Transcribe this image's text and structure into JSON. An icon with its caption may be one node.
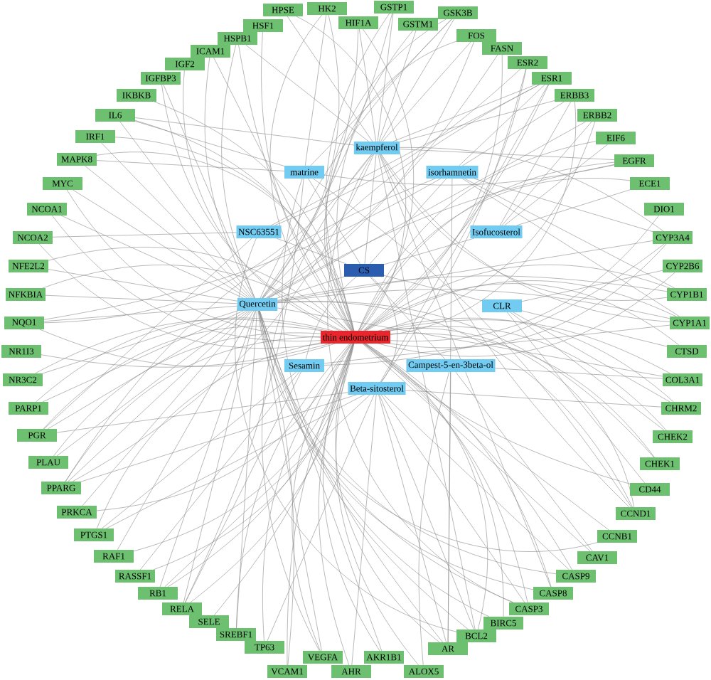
{
  "diagram": {
    "nodes": [
      {
        "text": [
          "HPSE"
        ]
      },
      {
        "text": [
          "HK2"
        ]
      },
      {
        "text": [
          "HIF1A"
        ]
      },
      {
        "text": [
          "GSTP1"
        ]
      },
      {
        "text": [
          "GSTM1"
        ]
      },
      {
        "text": [
          "GSK3B"
        ]
      },
      {
        "text": [
          "FOS"
        ]
      },
      {
        "text": [
          "FASN"
        ]
      },
      {
        "text": [
          "ESR2"
        ]
      },
      {
        "text": [
          "ESR1"
        ]
      },
      {
        "text": [
          "ERBB3"
        ]
      },
      {
        "text": [
          "ERBB2"
        ]
      },
      {
        "text": [
          "EIF6"
        ]
      },
      {
        "text": [
          "EGFR"
        ]
      },
      {
        "text": [
          "ECE1"
        ]
      },
      {
        "text": [
          "DIO1"
        ]
      },
      {
        "text": [
          "CYP3A4"
        ]
      },
      {
        "text": [
          "CYP2B6"
        ]
      },
      {
        "text": [
          "CYP1B1"
        ]
      },
      {
        "text": [
          "CYP1A1"
        ]
      },
      {
        "text": [
          "CTSD"
        ]
      },
      {
        "text": [
          "COL3A1"
        ]
      },
      {
        "text": [
          "CHRM2"
        ]
      },
      {
        "text": [
          "CHEK2"
        ]
      },
      {
        "text": [
          "CHEK1"
        ]
      },
      {
        "text": [
          "CD44"
        ]
      },
      {
        "text": [
          "CCND1"
        ]
      },
      {
        "text": [
          "CCNB1"
        ]
      },
      {
        "text": [
          "CAV1"
        ]
      },
      {
        "text": [
          "CASP9"
        ]
      },
      {
        "text": [
          "CASP8"
        ]
      },
      {
        "text": [
          "CASP3"
        ]
      },
      {
        "text": [
          "BIRC5"
        ]
      },
      {
        "text": [
          "BCL2"
        ]
      },
      {
        "text": [
          "AR"
        ]
      },
      {
        "text": [
          "ALOX5"
        ]
      },
      {
        "text": [
          "AKR1B1"
        ]
      },
      {
        "text": [
          "AHR"
        ]
      },
      {
        "text": [
          "VEGFA"
        ]
      },
      {
        "text": [
          "VCAM1"
        ]
      },
      {
        "text": [
          "TP63"
        ]
      },
      {
        "text": [
          "SREBF1"
        ]
      },
      {
        "text": [
          "SELE"
        ]
      },
      {
        "text": [
          "RELA"
        ]
      },
      {
        "text": [
          "RB1"
        ]
      },
      {
        "text": [
          "RASSF1"
        ]
      },
      {
        "text": [
          "RAF1"
        ]
      },
      {
        "text": [
          "PTGS1"
        ]
      },
      {
        "text": [
          "PRKCA"
        ]
      },
      {
        "text": [
          "PPARG"
        ]
      },
      {
        "text": [
          "PLAU"
        ]
      },
      {
        "text": [
          "PGR"
        ]
      },
      {
        "text": [
          "PARP1"
        ]
      },
      {
        "text": [
          "NR3C2"
        ]
      },
      {
        "text": [
          "NR1I3"
        ]
      },
      {
        "text": [
          "NQO1"
        ]
      },
      {
        "text": [
          "NFKBIA"
        ]
      },
      {
        "text": [
          "NFE2L2"
        ]
      },
      {
        "text": [
          "NCOA2"
        ]
      },
      {
        "text": [
          "NCOA1"
        ]
      },
      {
        "text": [
          "MYC"
        ]
      },
      {
        "text": [
          "MAPK8"
        ]
      },
      {
        "text": [
          "IRF1"
        ]
      },
      {
        "text": [
          "IL6"
        ]
      },
      {
        "text": [
          "IKBKB"
        ]
      },
      {
        "text": [
          "IGFBP3"
        ]
      },
      {
        "text": [
          "IGF2"
        ]
      },
      {
        "text": [
          "ICAM1"
        ]
      },
      {
        "text": [
          "HSPB1"
        ]
      },
      {
        "text": [
          "HSF1"
        ]
      },
      {
        "text": [
          "kaempferol"
        ]
      },
      {
        "text": [
          "matrine"
        ]
      },
      {
        "text": [
          "isorhamnetin"
        ]
      },
      {
        "text": [
          "NSC63551"
        ]
      },
      {
        "text": [
          "Isofucosterol"
        ]
      },
      {
        "text": [
          "CS"
        ]
      },
      {
        "text": [
          "Quercetin"
        ]
      },
      {
        "text": [
          "CLR"
        ]
      },
      {
        "text": [
          "thin endometrium"
        ]
      },
      {
        "text": [
          "Sesamin"
        ]
      },
      {
        "text": [
          "Campest-5-en-3beta-ol"
        ]
      },
      {
        "text": [
          "Beta-sitosterol"
        ]
      }
    ],
    "edges": [
      {
        "from": 75,
        "to": 70,
        "arrow": "none"
      },
      {
        "from": 75,
        "to": 71,
        "arrow": "none"
      },
      {
        "from": 75,
        "to": 72,
        "arrow": "none"
      },
      {
        "from": 75,
        "to": 73,
        "arrow": "none"
      },
      {
        "from": 75,
        "to": 74,
        "arrow": "none"
      },
      {
        "from": 75,
        "to": 76,
        "arrow": "none"
      },
      {
        "from": 75,
        "to": 77,
        "arrow": "none"
      },
      {
        "from": 75,
        "to": 79,
        "arrow": "none"
      },
      {
        "from": 75,
        "to": 80,
        "arrow": "none"
      },
      {
        "from": 75,
        "to": 81,
        "arrow": "none"
      },
      {
        "from": 76,
        "to": 1,
        "arrow": "none"
      },
      {
        "from": 76,
        "to": 2,
        "arrow": "none"
      },
      {
        "from": 76,
        "to": 3,
        "arrow": "none"
      },
      {
        "from": 76,
        "to": 5,
        "arrow": "none"
      },
      {
        "from": 76,
        "to": 6,
        "arrow": "none"
      },
      {
        "from": 76,
        "to": 7,
        "arrow": "none"
      },
      {
        "from": 76,
        "to": 9,
        "arrow": "none"
      },
      {
        "from": 76,
        "to": 11,
        "arrow": "none"
      },
      {
        "from": 76,
        "to": 13,
        "arrow": "none"
      },
      {
        "from": 76,
        "to": 16,
        "arrow": "none"
      },
      {
        "from": 76,
        "to": 18,
        "arrow": "none"
      },
      {
        "from": 76,
        "to": 19,
        "arrow": "none"
      },
      {
        "from": 76,
        "to": 21,
        "arrow": "none"
      },
      {
        "from": 76,
        "to": 24,
        "arrow": "none"
      },
      {
        "from": 76,
        "to": 26,
        "arrow": "none"
      },
      {
        "from": 76,
        "to": 27,
        "arrow": "none"
      },
      {
        "from": 76,
        "to": 29,
        "arrow": "none"
      },
      {
        "from": 76,
        "to": 30,
        "arrow": "none"
      },
      {
        "from": 76,
        "to": 31,
        "arrow": "none"
      },
      {
        "from": 76,
        "to": 33,
        "arrow": "none"
      },
      {
        "from": 76,
        "to": 34,
        "arrow": "none"
      },
      {
        "from": 76,
        "to": 36,
        "arrow": "none"
      },
      {
        "from": 76,
        "to": 38,
        "arrow": "none"
      },
      {
        "from": 76,
        "to": 39,
        "arrow": "none"
      },
      {
        "from": 76,
        "to": 41,
        "arrow": "none"
      },
      {
        "from": 76,
        "to": 43,
        "arrow": "none"
      },
      {
        "from": 76,
        "to": 44,
        "arrow": "none"
      },
      {
        "from": 76,
        "to": 46,
        "arrow": "none"
      },
      {
        "from": 76,
        "to": 48,
        "arrow": "none"
      },
      {
        "from": 76,
        "to": 49,
        "arrow": "none"
      },
      {
        "from": 76,
        "to": 50,
        "arrow": "none"
      },
      {
        "from": 76,
        "to": 51,
        "arrow": "none"
      },
      {
        "from": 76,
        "to": 52,
        "arrow": "none"
      },
      {
        "from": 76,
        "to": 53,
        "arrow": "none"
      },
      {
        "from": 76,
        "to": 55,
        "arrow": "none"
      },
      {
        "from": 76,
        "to": 56,
        "arrow": "none"
      },
      {
        "from": 76,
        "to": 57,
        "arrow": "none"
      },
      {
        "from": 76,
        "to": 59,
        "arrow": "none"
      },
      {
        "from": 76,
        "to": 60,
        "arrow": "none"
      },
      {
        "from": 76,
        "to": 61,
        "arrow": "none"
      },
      {
        "from": 76,
        "to": 62,
        "arrow": "none"
      },
      {
        "from": 76,
        "to": 63,
        "arrow": "none"
      },
      {
        "from": 76,
        "to": 65,
        "arrow": "none"
      },
      {
        "from": 76,
        "to": 67,
        "arrow": "none"
      },
      {
        "from": 76,
        "to": 68,
        "arrow": "none"
      },
      {
        "from": 70,
        "to": 0,
        "arrow": "none"
      },
      {
        "from": 70,
        "to": 2,
        "arrow": "none"
      },
      {
        "from": 70,
        "to": 3,
        "arrow": "none"
      },
      {
        "from": 70,
        "to": 4,
        "arrow": "none"
      },
      {
        "from": 70,
        "to": 5,
        "arrow": "none"
      },
      {
        "from": 70,
        "to": 6,
        "arrow": "none"
      },
      {
        "from": 70,
        "to": 9,
        "arrow": "none"
      },
      {
        "from": 70,
        "to": 10,
        "arrow": "none"
      },
      {
        "from": 70,
        "to": 13,
        "arrow": "none"
      },
      {
        "from": 70,
        "to": 16,
        "arrow": "none"
      },
      {
        "from": 70,
        "to": 18,
        "arrow": "none"
      },
      {
        "from": 70,
        "to": 19,
        "arrow": "none"
      },
      {
        "from": 70,
        "to": 26,
        "arrow": "none"
      },
      {
        "from": 70,
        "to": 30,
        "arrow": "none"
      },
      {
        "from": 70,
        "to": 31,
        "arrow": "none"
      },
      {
        "from": 70,
        "to": 33,
        "arrow": "none"
      },
      {
        "from": 70,
        "to": 38,
        "arrow": "none"
      },
      {
        "from": 70,
        "to": 49,
        "arrow": "none"
      },
      {
        "from": 70,
        "to": 55,
        "arrow": "none"
      },
      {
        "from": 70,
        "to": 63,
        "arrow": "none"
      },
      {
        "from": 70,
        "to": 68,
        "arrow": "none"
      },
      {
        "from": 71,
        "to": 1,
        "arrow": "none"
      },
      {
        "from": 71,
        "to": 5,
        "arrow": "none"
      },
      {
        "from": 71,
        "to": 13,
        "arrow": "none"
      },
      {
        "from": 71,
        "to": 26,
        "arrow": "none"
      },
      {
        "from": 71,
        "to": 32,
        "arrow": "none"
      },
      {
        "from": 71,
        "to": 43,
        "arrow": "none"
      },
      {
        "from": 71,
        "to": 61,
        "arrow": "none"
      },
      {
        "from": 71,
        "to": 63,
        "arrow": "none"
      },
      {
        "from": 72,
        "to": 9,
        "arrow": "none"
      },
      {
        "from": 72,
        "to": 10,
        "arrow": "none"
      },
      {
        "from": 72,
        "to": 16,
        "arrow": "none"
      },
      {
        "from": 72,
        "to": 18,
        "arrow": "none"
      },
      {
        "from": 72,
        "to": 19,
        "arrow": "none"
      },
      {
        "from": 72,
        "to": 34,
        "arrow": "none"
      },
      {
        "from": 72,
        "to": 49,
        "arrow": "none"
      },
      {
        "from": 72,
        "to": 55,
        "arrow": "none"
      },
      {
        "from": 73,
        "to": 8,
        "arrow": "none"
      },
      {
        "from": 73,
        "to": 9,
        "arrow": "none"
      },
      {
        "from": 73,
        "to": 33,
        "arrow": "none"
      },
      {
        "from": 73,
        "to": 51,
        "arrow": "none"
      },
      {
        "from": 73,
        "to": 58,
        "arrow": "none"
      },
      {
        "from": 74,
        "to": 10,
        "arrow": "none"
      },
      {
        "from": 74,
        "to": 11,
        "arrow": "none"
      },
      {
        "from": 74,
        "to": 12,
        "arrow": "none"
      },
      {
        "from": 74,
        "to": 14,
        "arrow": "none"
      },
      {
        "from": 77,
        "to": 17,
        "arrow": "none"
      },
      {
        "from": 77,
        "to": 20,
        "arrow": "none"
      },
      {
        "from": 77,
        "to": 22,
        "arrow": "none"
      },
      {
        "from": 77,
        "to": 23,
        "arrow": "none"
      },
      {
        "from": 77,
        "to": 25,
        "arrow": "none"
      },
      {
        "from": 79,
        "to": 16,
        "arrow": "none"
      },
      {
        "from": 79,
        "to": 19,
        "arrow": "none"
      },
      {
        "from": 79,
        "to": 43,
        "arrow": "none"
      },
      {
        "from": 79,
        "to": 45,
        "arrow": "none"
      },
      {
        "from": 79,
        "to": 47,
        "arrow": "none"
      },
      {
        "from": 80,
        "to": 21,
        "arrow": "none"
      },
      {
        "from": 80,
        "to": 28,
        "arrow": "none"
      },
      {
        "from": 80,
        "to": 34,
        "arrow": "none"
      },
      {
        "from": 80,
        "to": 35,
        "arrow": "none"
      },
      {
        "from": 81,
        "to": 8,
        "arrow": "none"
      },
      {
        "from": 81,
        "to": 9,
        "arrow": "none"
      },
      {
        "from": 81,
        "to": 22,
        "arrow": "none"
      },
      {
        "from": 81,
        "to": 29,
        "arrow": "none"
      },
      {
        "from": 81,
        "to": 31,
        "arrow": "none"
      },
      {
        "from": 81,
        "to": 33,
        "arrow": "none"
      },
      {
        "from": 81,
        "to": 34,
        "arrow": "none"
      },
      {
        "from": 81,
        "to": 37,
        "arrow": "none"
      },
      {
        "from": 81,
        "to": 40,
        "arrow": "none"
      },
      {
        "from": 81,
        "to": 44,
        "arrow": "none"
      },
      {
        "from": 81,
        "to": 47,
        "arrow": "none"
      },
      {
        "from": 81,
        "to": 49,
        "arrow": "none"
      },
      {
        "from": 81,
        "to": 51,
        "arrow": "none"
      },
      {
        "from": 78,
        "to": 0,
        "arrow": "none"
      },
      {
        "from": 78,
        "to": 1,
        "arrow": "none"
      },
      {
        "from": 78,
        "to": 2,
        "arrow": "none"
      },
      {
        "from": 78,
        "to": 3,
        "arrow": "none"
      },
      {
        "from": 78,
        "to": 4,
        "arrow": "none"
      },
      {
        "from": 78,
        "to": 5,
        "arrow": "none"
      },
      {
        "from": 78,
        "to": 6,
        "arrow": "none"
      },
      {
        "from": 78,
        "to": 7,
        "arrow": "none"
      },
      {
        "from": 78,
        "to": 8,
        "arrow": "none"
      },
      {
        "from": 78,
        "to": 9,
        "arrow": "none"
      },
      {
        "from": 78,
        "to": 10,
        "arrow": "none"
      },
      {
        "from": 78,
        "to": 11,
        "arrow": "none"
      },
      {
        "from": 78,
        "to": 12,
        "arrow": "none"
      },
      {
        "from": 78,
        "to": 13,
        "arrow": "none"
      },
      {
        "from": 78,
        "to": 14,
        "arrow": "none"
      },
      {
        "from": 78,
        "to": 15,
        "arrow": "none"
      },
      {
        "from": 78,
        "to": 16,
        "arrow": "none"
      },
      {
        "from": 78,
        "to": 17,
        "arrow": "none"
      },
      {
        "from": 78,
        "to": 18,
        "arrow": "none"
      },
      {
        "from": 78,
        "to": 19,
        "arrow": "none"
      },
      {
        "from": 78,
        "to": 20,
        "arrow": "none"
      },
      {
        "from": 78,
        "to": 21,
        "arrow": "none"
      },
      {
        "from": 78,
        "to": 22,
        "arrow": "none"
      },
      {
        "from": 78,
        "to": 23,
        "arrow": "none"
      },
      {
        "from": 78,
        "to": 24,
        "arrow": "none"
      },
      {
        "from": 78,
        "to": 25,
        "arrow": "none"
      },
      {
        "from": 78,
        "to": 26,
        "arrow": "none"
      },
      {
        "from": 78,
        "to": 27,
        "arrow": "none"
      },
      {
        "from": 78,
        "to": 28,
        "arrow": "none"
      },
      {
        "from": 78,
        "to": 29,
        "arrow": "none"
      },
      {
        "from": 78,
        "to": 30,
        "arrow": "none"
      },
      {
        "from": 78,
        "to": 31,
        "arrow": "none"
      },
      {
        "from": 78,
        "to": 32,
        "arrow": "none"
      },
      {
        "from": 78,
        "to": 33,
        "arrow": "none"
      },
      {
        "from": 78,
        "to": 34,
        "arrow": "none"
      },
      {
        "from": 78,
        "to": 35,
        "arrow": "none"
      },
      {
        "from": 78,
        "to": 36,
        "arrow": "none"
      },
      {
        "from": 78,
        "to": 37,
        "arrow": "none"
      },
      {
        "from": 78,
        "to": 38,
        "arrow": "none"
      },
      {
        "from": 78,
        "to": 39,
        "arrow": "none"
      },
      {
        "from": 78,
        "to": 40,
        "arrow": "none"
      },
      {
        "from": 78,
        "to": 41,
        "arrow": "none"
      },
      {
        "from": 78,
        "to": 42,
        "arrow": "none"
      },
      {
        "from": 78,
        "to": 43,
        "arrow": "none"
      },
      {
        "from": 78,
        "to": 44,
        "arrow": "none"
      },
      {
        "from": 78,
        "to": 45,
        "arrow": "none"
      },
      {
        "from": 78,
        "to": 46,
        "arrow": "none"
      },
      {
        "from": 78,
        "to": 47,
        "arrow": "none"
      },
      {
        "from": 78,
        "to": 48,
        "arrow": "none"
      },
      {
        "from": 78,
        "to": 49,
        "arrow": "none"
      },
      {
        "from": 78,
        "to": 50,
        "arrow": "none"
      },
      {
        "from": 78,
        "to": 51,
        "arrow": "none"
      },
      {
        "from": 78,
        "to": 52,
        "arrow": "none"
      },
      {
        "from": 78,
        "to": 53,
        "arrow": "none"
      },
      {
        "from": 78,
        "to": 54,
        "arrow": "none"
      },
      {
        "from": 78,
        "to": 55,
        "arrow": "none"
      },
      {
        "from": 78,
        "to": 56,
        "arrow": "none"
      },
      {
        "from": 78,
        "to": 57,
        "arrow": "none"
      },
      {
        "from": 78,
        "to": 58,
        "arrow": "none"
      },
      {
        "from": 78,
        "to": 59,
        "arrow": "none"
      },
      {
        "from": 78,
        "to": 60,
        "arrow": "none"
      },
      {
        "from": 78,
        "to": 61,
        "arrow": "none"
      },
      {
        "from": 78,
        "to": 62,
        "arrow": "none"
      },
      {
        "from": 78,
        "to": 63,
        "arrow": "none"
      },
      {
        "from": 78,
        "to": 64,
        "arrow": "none"
      },
      {
        "from": 78,
        "to": 65,
        "arrow": "none"
      },
      {
        "from": 78,
        "to": 66,
        "arrow": "none"
      },
      {
        "from": 78,
        "to": 67,
        "arrow": "none"
      },
      {
        "from": 78,
        "to": 68,
        "arrow": "none"
      },
      {
        "from": 78,
        "to": 69,
        "arrow": "none"
      }
    ]
  }
}
